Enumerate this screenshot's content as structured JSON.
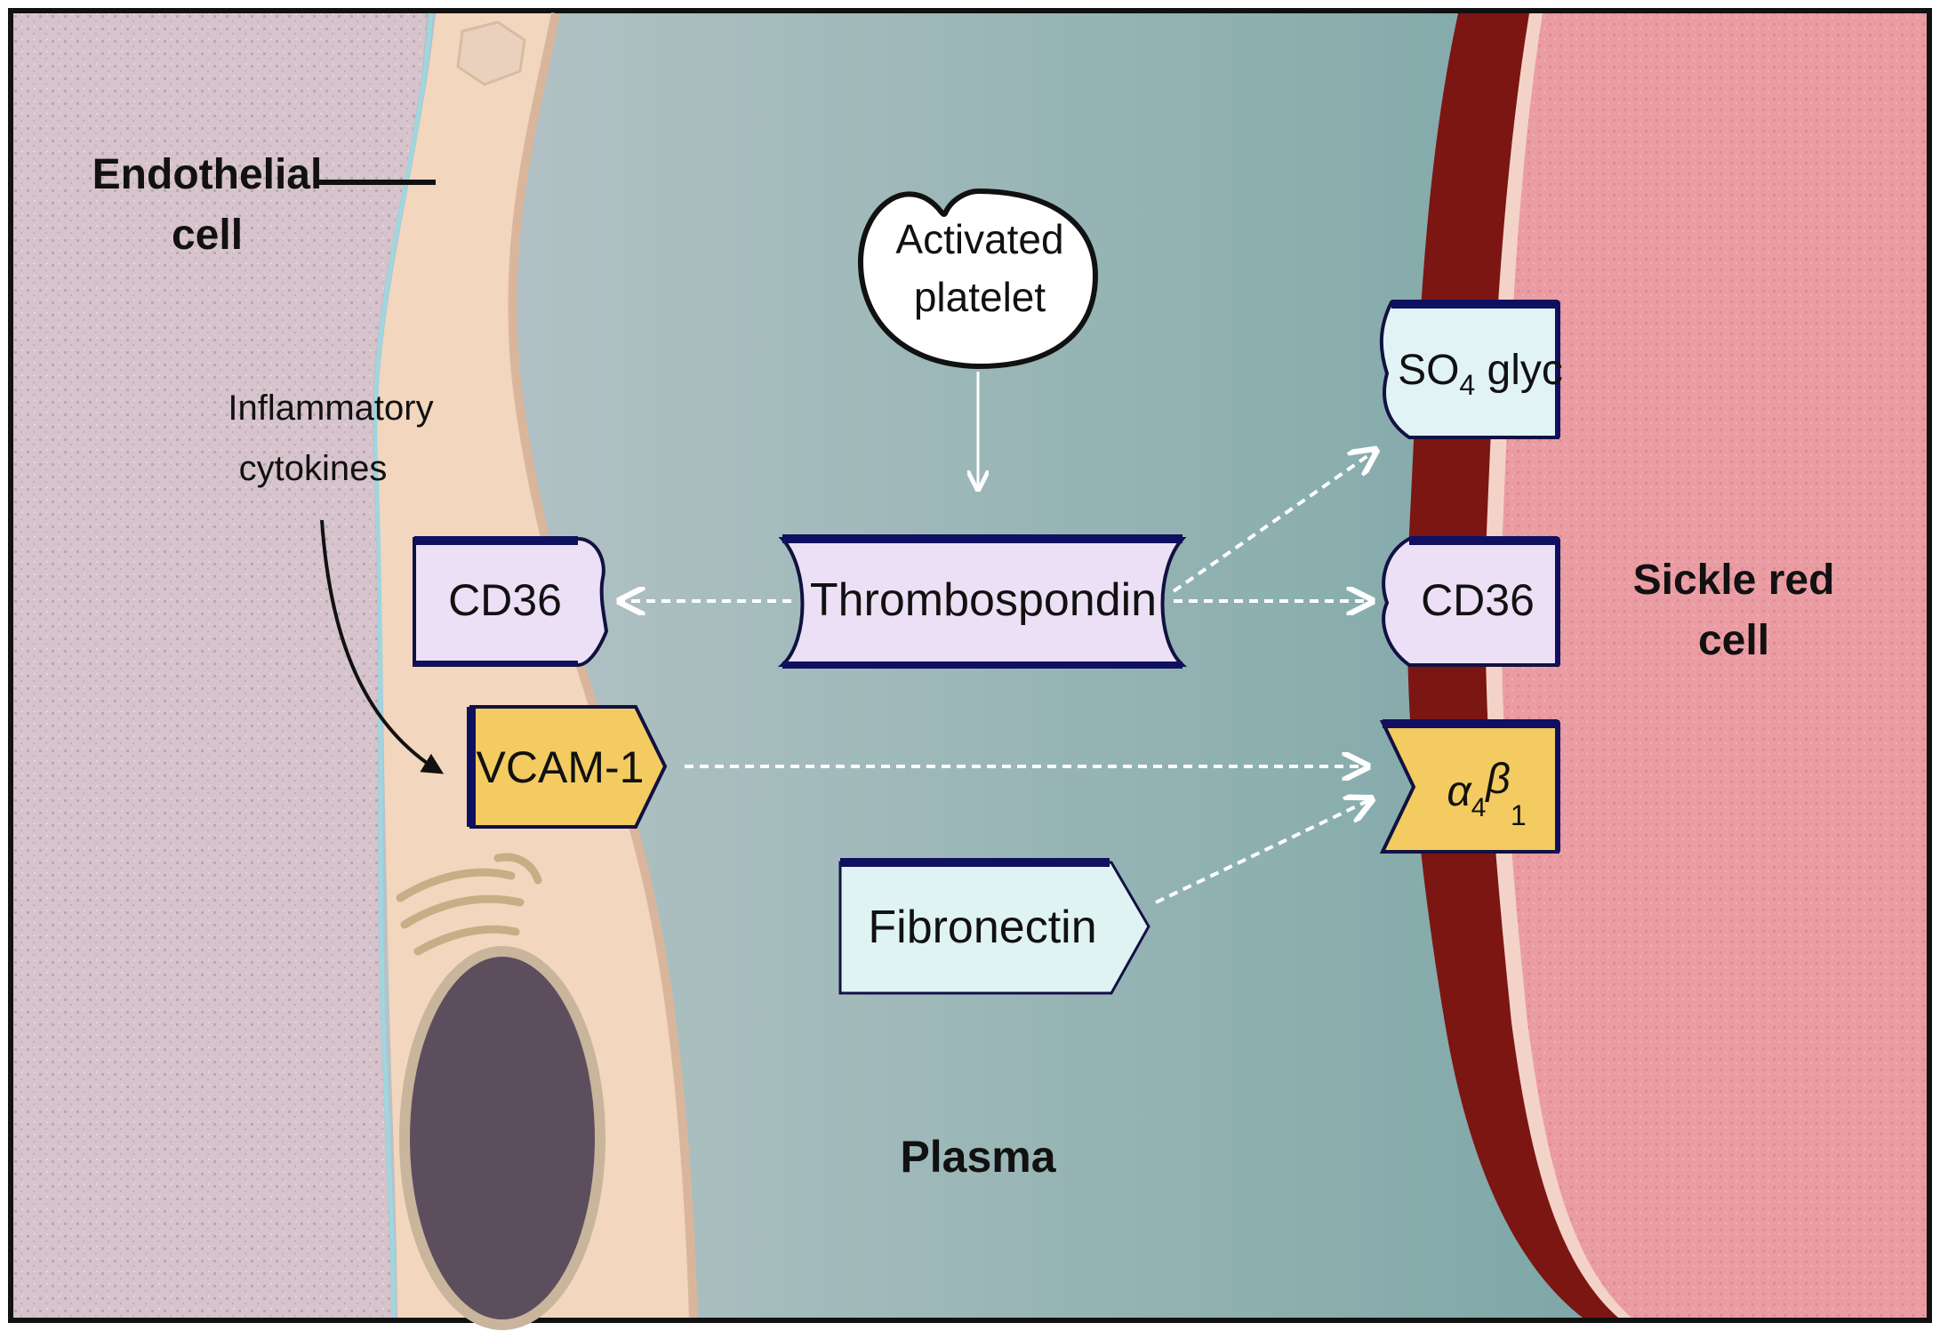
{
  "labels": {
    "endothelial_line1": "Endothelial",
    "endothelial_line2": "cell",
    "inflammatory_line1": "Inflammatory",
    "inflammatory_line2": "cytokines",
    "platelet_line1": "Activated",
    "platelet_line2": "platelet",
    "sickle_line1": "Sickle red",
    "sickle_line2": "cell",
    "plasma": "Plasma"
  },
  "molecules": {
    "cd36_endothelial": "CD36",
    "vcam1": "VCAM-1",
    "thrombospondin": "Thrombospondin",
    "fibronectin": "Fibronectin",
    "so4_glyc_base": "SO",
    "so4_glyc_sub": "4",
    "so4_glyc_rest": " glyc",
    "cd36_rbc": "CD36",
    "a4b1_alpha": "α",
    "a4b1_alpha_sub": "4",
    "a4b1_beta": "β",
    "a4b1_beta_sub": "1"
  },
  "colors": {
    "plasma": "#6fa3a3",
    "endothelium": "#d7c2c9",
    "endothelial_cell": "#f2d7bf",
    "nucleus": "#5e4f5f",
    "rbc_membrane": "#7a1512",
    "rbc": "#ea9ca2",
    "cd36_fill": "#eae0f4",
    "vcam_fill": "#f3cb61",
    "fibronectin_fill": "#e0f3f3",
    "outline": "#101040"
  }
}
